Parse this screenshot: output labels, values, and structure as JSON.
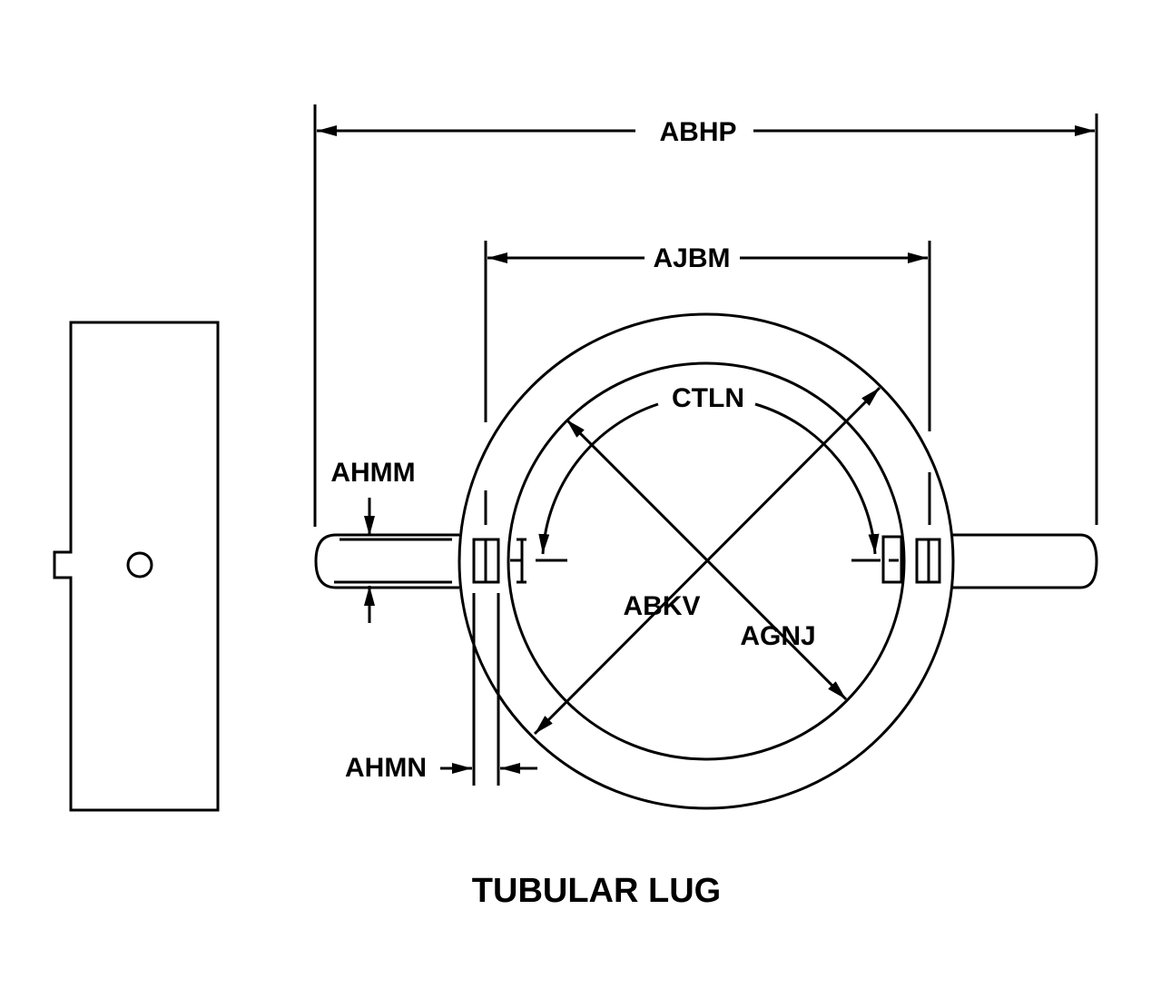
{
  "title": "TUBULAR LUG",
  "dimensions": {
    "abhp": "ABHP",
    "ajbm": "AJBM",
    "ctln": "CTLN",
    "ahmm": "AHMM",
    "abkv": "ABKV",
    "agnj": "AGNJ",
    "ahmn": "AHMN"
  },
  "colors": {
    "line": "#000000",
    "background": "#ffffff"
  }
}
